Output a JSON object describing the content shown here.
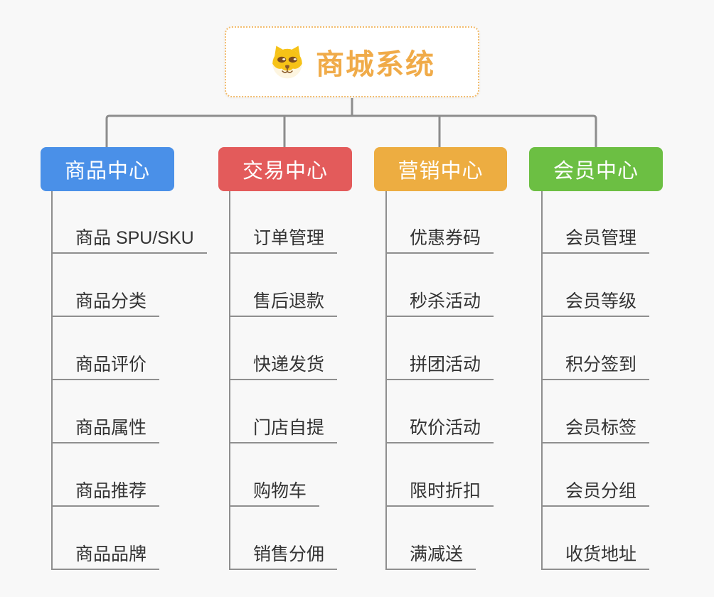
{
  "root": {
    "label": "商城系统",
    "icon": "dog-face-icon"
  },
  "branches": [
    {
      "label": "商品中心",
      "color": "#4a90e8",
      "items": [
        "商品 SPU/SKU",
        "商品分类",
        "商品评价",
        "商品属性",
        "商品推荐",
        "商品品牌"
      ]
    },
    {
      "label": "交易中心",
      "color": "#e35b5b",
      "items": [
        "订单管理",
        "售后退款",
        "快递发货",
        "门店自提",
        "购物车",
        "销售分佣"
      ]
    },
    {
      "label": "营销中心",
      "color": "#edad41",
      "items": [
        "优惠券码",
        "秒杀活动",
        "拼团活动",
        "砍价活动",
        "限时折扣",
        "满减送"
      ]
    },
    {
      "label": "会员中心",
      "color": "#6cbf43",
      "items": [
        "会员管理",
        "会员等级",
        "积分签到",
        "会员标签",
        "会员分组",
        "收货地址"
      ]
    }
  ],
  "colors": {
    "background": "#f8f8f8",
    "root_text": "#f0ab49",
    "root_border": "#f2bc6e",
    "connector_line": "#8d8d8d",
    "leaf_underline": "#8f8f8f",
    "leaf_text": "#333333"
  }
}
